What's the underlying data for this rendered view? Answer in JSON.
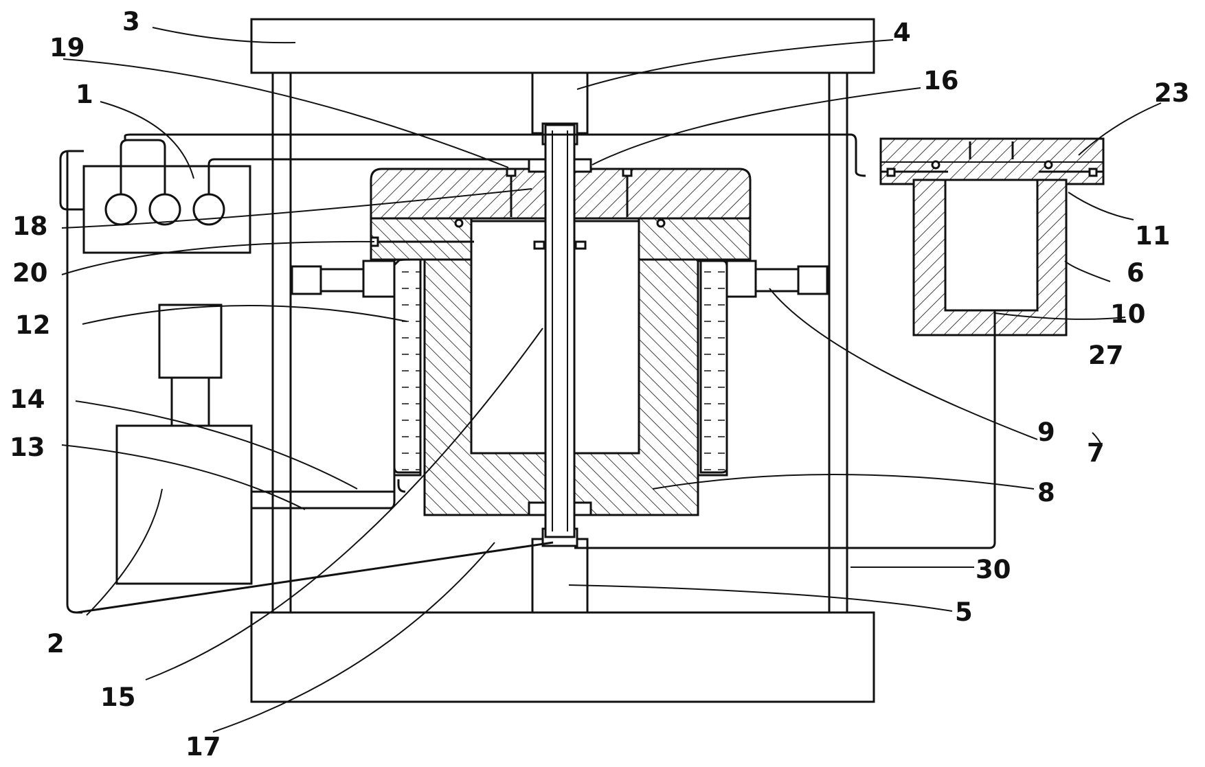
{
  "diagram": {
    "labels": [
      {
        "id": "1",
        "text": "1"
      },
      {
        "id": "2",
        "text": "2"
      },
      {
        "id": "3",
        "text": "3"
      },
      {
        "id": "4",
        "text": "4"
      },
      {
        "id": "5",
        "text": "5"
      },
      {
        "id": "6",
        "text": "6"
      },
      {
        "id": "7",
        "text": "7"
      },
      {
        "id": "8",
        "text": "8"
      },
      {
        "id": "9",
        "text": "9"
      },
      {
        "id": "10",
        "text": "10"
      },
      {
        "id": "11",
        "text": "11"
      },
      {
        "id": "12",
        "text": "12"
      },
      {
        "id": "13",
        "text": "13"
      },
      {
        "id": "14",
        "text": "14"
      },
      {
        "id": "15",
        "text": "15"
      },
      {
        "id": "16",
        "text": "16"
      },
      {
        "id": "17",
        "text": "17"
      },
      {
        "id": "18",
        "text": "18"
      },
      {
        "id": "19",
        "text": "19"
      },
      {
        "id": "20",
        "text": "20"
      },
      {
        "id": "23",
        "text": "23"
      },
      {
        "id": "27",
        "text": "27"
      },
      {
        "id": "30",
        "text": "30"
      }
    ]
  }
}
